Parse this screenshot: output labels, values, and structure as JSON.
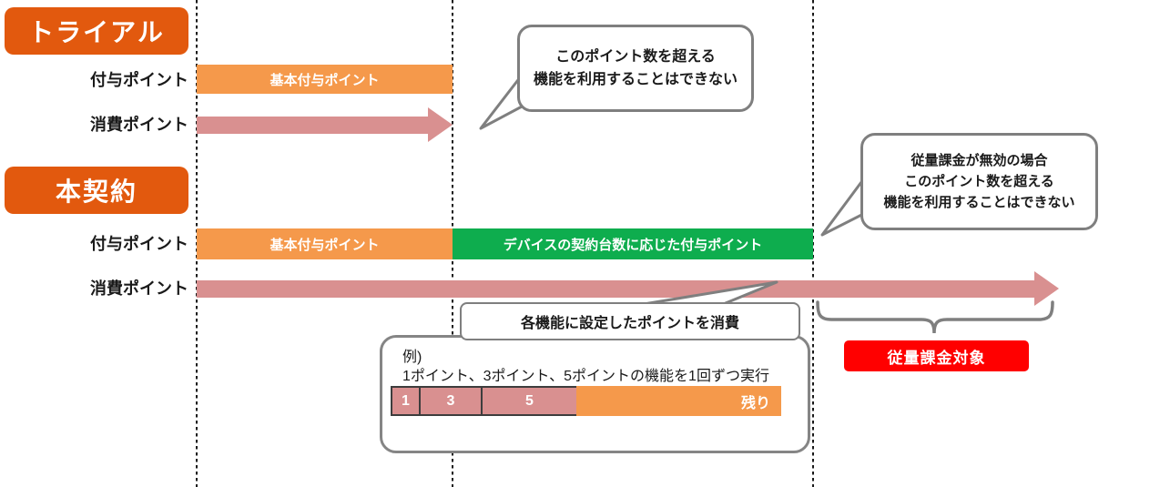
{
  "colors": {
    "badge": "#E2590E",
    "bar_orange": "#F5994B",
    "bar_pink": "#D99090",
    "bar_green": "#0EAD4E",
    "alert_red": "#FF0000",
    "line_gray": "#7F7F7F"
  },
  "trial": {
    "title": "トライアル",
    "rows": {
      "granted": "付与ポイント",
      "consumed": "消費ポイント"
    },
    "basic_bar": "基本付与ポイント",
    "limit_note": {
      "line1": "このポイント数を超える",
      "line2": "機能を利用することはできない"
    }
  },
  "contract": {
    "title": "本契約",
    "rows": {
      "granted": "付与ポイント",
      "consumed": "消費ポイント"
    },
    "basic_bar": "基本付与ポイント",
    "device_bar": "デバイスの契約台数に応じた付与ポイント",
    "limit_note": {
      "line1": "従量課金が無効の場合",
      "line2": "このポイント数を超える",
      "line3": "機能を利用することはできない"
    },
    "consume_note": "各機能に設定したポイントを消費",
    "metered_label": "従量課金対象"
  },
  "example": {
    "title": "例)",
    "description": "1ポイント、3ポイント、5ポイントの機能を1回ずつ実行",
    "segments": [
      "1",
      "3",
      "5"
    ],
    "remainder_label": "残り"
  }
}
